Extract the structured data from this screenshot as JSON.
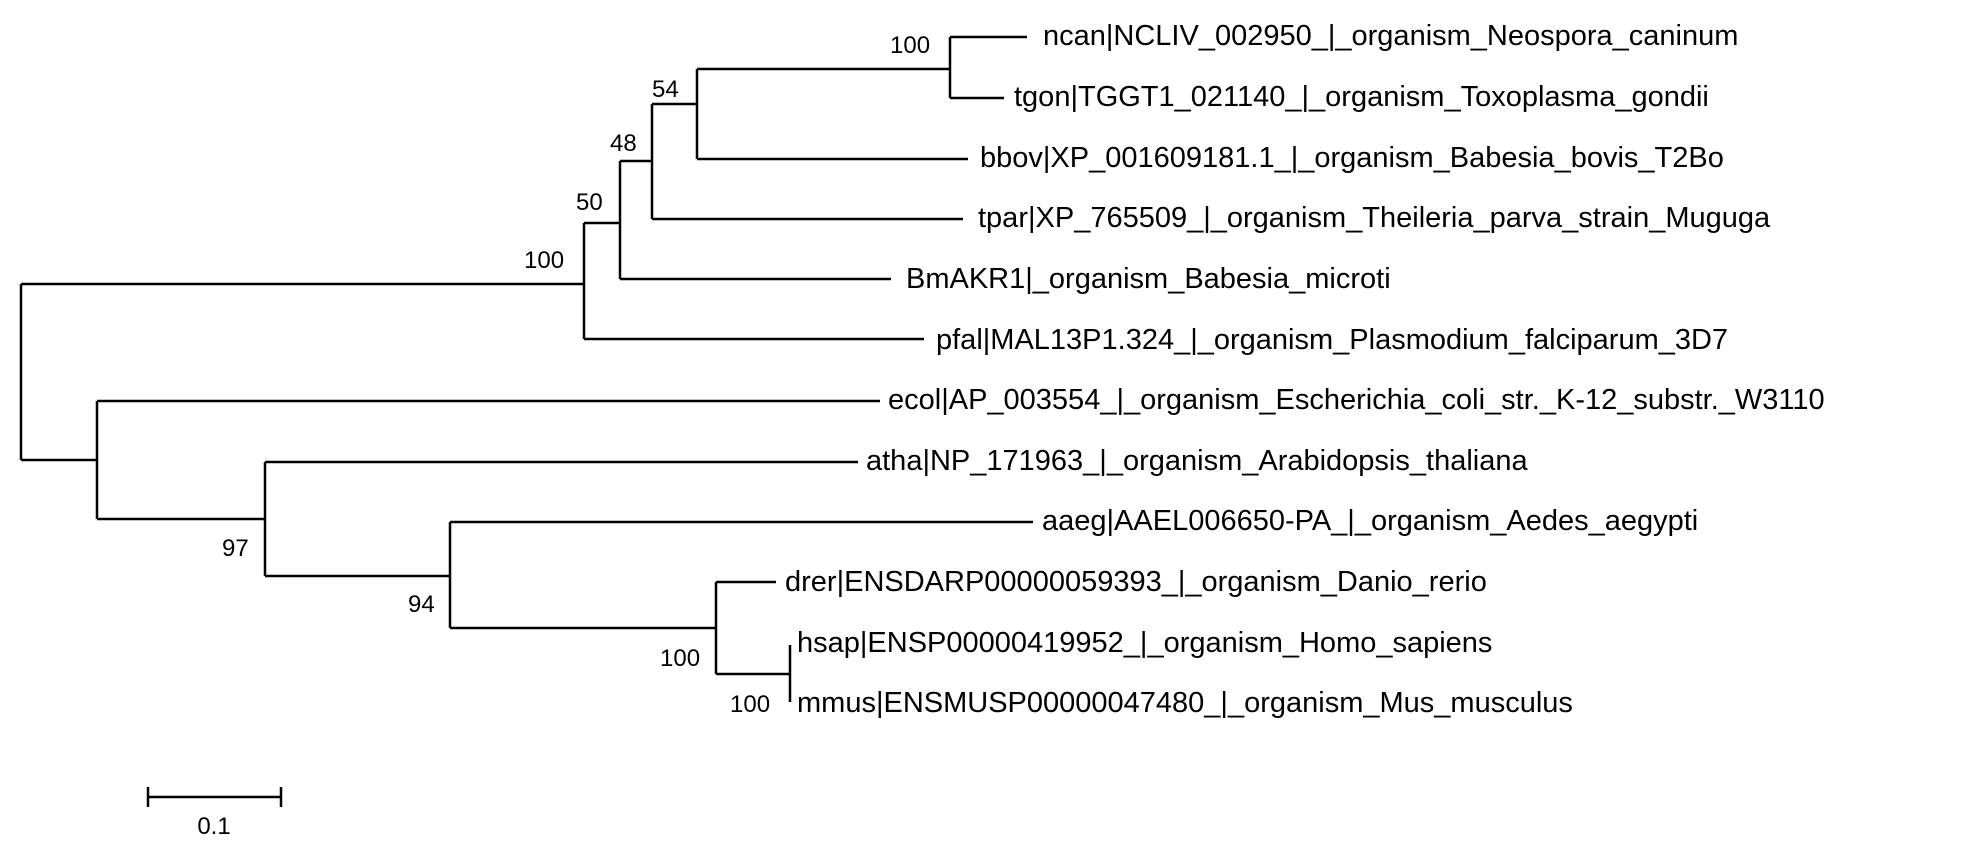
{
  "tree": {
    "leaves": [
      {
        "id": "ncan",
        "label": "ncan|NCLIV_002950_|_organism_Neospora_caninum"
      },
      {
        "id": "tgon",
        "label": "tgon|TGGT1_021140_|_organism_Toxoplasma_gondii"
      },
      {
        "id": "bbov",
        "label": "bbov|XP_001609181.1_|_organism_Babesia_bovis_T2Bo"
      },
      {
        "id": "tpar",
        "label": "tpar|XP_765509_|_organism_Theileria_parva_strain_Muguga"
      },
      {
        "id": "bmakr1",
        "label": "BmAKR1|_organism_Babesia_microti"
      },
      {
        "id": "pfal",
        "label": "pfal|MAL13P1.324_|_organism_Plasmodium_falciparum_3D7"
      },
      {
        "id": "ecol",
        "label": "ecol|AP_003554_|_organism_Escherichia_coli_str._K-12_substr._W3110"
      },
      {
        "id": "atha",
        "label": "atha|NP_171963_|_organism_Arabidopsis_thaliana"
      },
      {
        "id": "aaeg",
        "label": "aaeg|AAEL006650-PA_|_organism_Aedes_aegypti"
      },
      {
        "id": "drer",
        "label": "drer|ENSDARP00000059393_|_organism_Danio_rerio"
      },
      {
        "id": "hsap",
        "label": "hsap|ENSP00000419952_|_organism_Homo_sapiens"
      },
      {
        "id": "mmus",
        "label": "mmus|ENSMUSP00000047480_|_organism_Mus_musculus"
      }
    ],
    "support_values": [
      {
        "node": "ncan-tgon",
        "value": "100"
      },
      {
        "node": "apicomplexa-core",
        "value": "54"
      },
      {
        "node": "with-tpar",
        "value": "48"
      },
      {
        "node": "with-bmakr1",
        "value": "50"
      },
      {
        "node": "apicomplexa",
        "value": "100"
      },
      {
        "node": "eukaryotes-other",
        "value": "97"
      },
      {
        "node": "animals",
        "value": "94"
      },
      {
        "node": "vertebrates",
        "value": "100"
      },
      {
        "node": "mammals",
        "value": "100"
      }
    ],
    "scale_bar": {
      "label": "0.1",
      "length": 0.1
    }
  }
}
